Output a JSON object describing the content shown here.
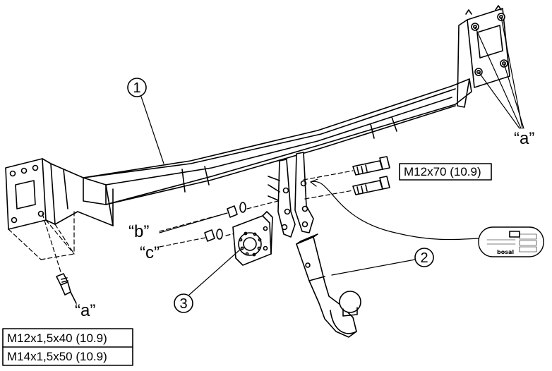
{
  "callouts": {
    "part1": "1",
    "part2": "2",
    "part3": "3"
  },
  "letters": {
    "a_top": "“a”",
    "a_bottom": "“a”",
    "b": "“b”",
    "c": "“c”"
  },
  "specs": {
    "bolt_m12x70": "M12x70 (10.9)",
    "bolt_m12x15x40": "M12x1,5x40 (10.9)",
    "bolt_m14x15x50": "M14x1,5x50 (10.9)"
  },
  "plate": {
    "brand": "bosal"
  }
}
